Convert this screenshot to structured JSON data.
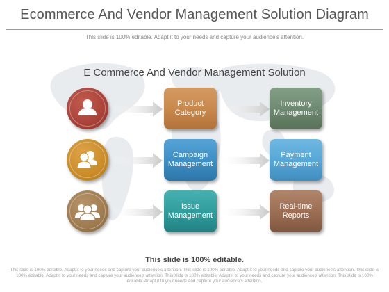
{
  "header": {
    "title": "Ecommerce And Vendor Management Solution Diagram",
    "subtitle": "This slide is 100% editable. Adapt it to your needs and capture your audience's attention."
  },
  "diagram": {
    "title": "E Commerce And Vendor Management Solution",
    "rows": [
      {
        "icon": "single-user-icon",
        "color": "#a84238",
        "middle": {
          "label": "Product\nCategory",
          "color": "#c8874a"
        },
        "right": {
          "label": "Inventory\nManagement",
          "color": "#6d8870"
        }
      },
      {
        "icon": "two-users-icon",
        "color": "#c98c28",
        "middle": {
          "label": "Campaign\nManagement",
          "color": "#3d8ec4"
        },
        "right": {
          "label": "Payment\nManagement",
          "color": "#54a6d6"
        }
      },
      {
        "icon": "group-users-icon",
        "color": "#9e7b4e",
        "middle": {
          "label": "Issue\nManagement",
          "color": "#2f9b9b"
        },
        "right": {
          "label": "Real-time\nReports",
          "color": "#9a6d52"
        }
      }
    ]
  },
  "footer": {
    "bold": "This slide is 100% editable.",
    "small": "This slide is 100% editable. Adapt it to your needs and capture your audience's attention. This slide is 100% editable. Adapt it to your needs and capture your audience's attention. This slide is 100% editable. Adapt it to your needs and capture your audience's attention. This slide is 100% editable. Adapt it to your needs and capture your audience's attention. This slide is 100% editable. Adapt it to your needs and capture your audience's attention."
  }
}
